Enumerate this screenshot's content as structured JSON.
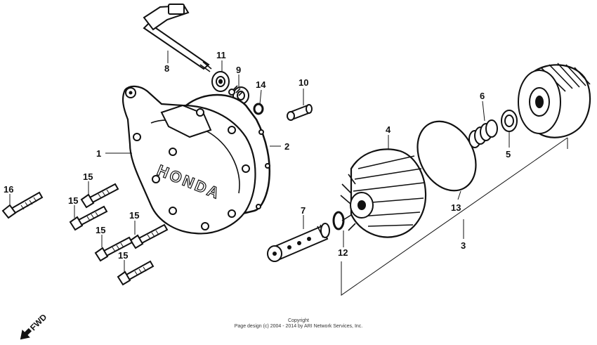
{
  "brand": "HONDA",
  "fwd_label": "FWD",
  "copyright": {
    "line1": "Copyright",
    "line2": "Page design (c) 2004 - 2014 by ARI Network Services, Inc."
  },
  "callouts": {
    "c1": "1",
    "c2": "2",
    "c3": "3",
    "c4": "4",
    "c5": "5",
    "c6": "6",
    "c7": "7",
    "c8": "8",
    "c9": "9",
    "c10": "10",
    "c11": "11",
    "c12": "12",
    "c13": "13",
    "c14": "14",
    "c15a": "15",
    "c15b": "15",
    "c15c": "15",
    "c15d": "15",
    "c15e": "15",
    "c16": "16"
  }
}
